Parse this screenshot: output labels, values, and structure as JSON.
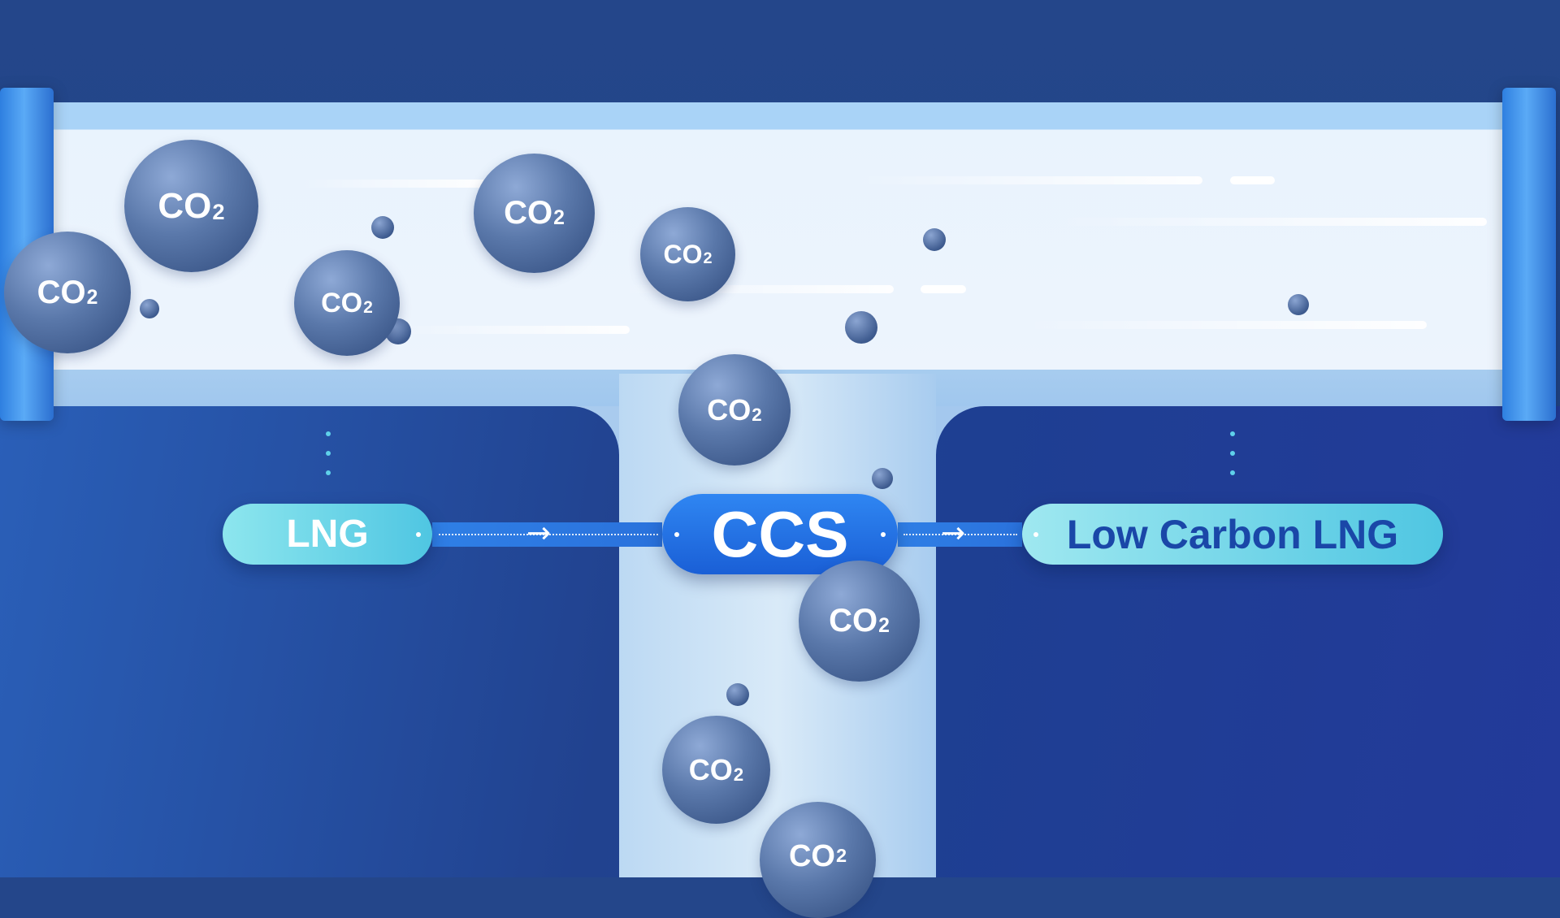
{
  "diagram": {
    "input_label": "LNG",
    "process_label": "CCS",
    "output_label": "Low Carbon LNG",
    "molecule_label": {
      "main": "CO",
      "subscript": "2"
    }
  },
  "colors": {
    "background": "#1d4384",
    "pipe": "#edf4fd",
    "ccs_pill": "#1a5fd6",
    "lng_pill": "#4fc6e2",
    "output_text": "#1a47a8",
    "molecule": "#2f4a7c"
  }
}
